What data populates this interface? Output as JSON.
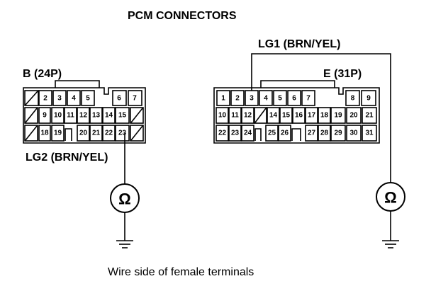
{
  "title": "PCM CONNECTORS",
  "caption": "Wire side of female terminals",
  "connector_b": {
    "label": "B (24P)",
    "rows": [
      [
        "/",
        "2",
        "3",
        "4",
        "5",
        "",
        "6",
        "7"
      ],
      [
        "/",
        "9",
        "10",
        "11",
        "12",
        "13",
        "14",
        "15",
        "/"
      ],
      [
        "/",
        "18",
        "19",
        "",
        "20",
        "21",
        "22",
        "23",
        "/"
      ]
    ]
  },
  "connector_e": {
    "label": "E (31P)",
    "rows": [
      [
        "1",
        "2",
        "3",
        "4",
        "5",
        "6",
        "7",
        "",
        "8",
        "9"
      ],
      [
        "10",
        "11",
        "12",
        "/",
        "14",
        "15",
        "16",
        "17",
        "18",
        "19",
        "20",
        "21"
      ],
      [
        "22",
        "23",
        "24",
        "",
        "25",
        "26",
        "",
        "27",
        "28",
        "29",
        "30",
        "31"
      ]
    ]
  },
  "wires": {
    "lg1": "LG1 (BRN/YEL)",
    "lg2": "LG2 (BRN/YEL)"
  },
  "meter_symbol": "Ω",
  "icons": [
    "ohmmeter-icon",
    "ground-icon"
  ]
}
